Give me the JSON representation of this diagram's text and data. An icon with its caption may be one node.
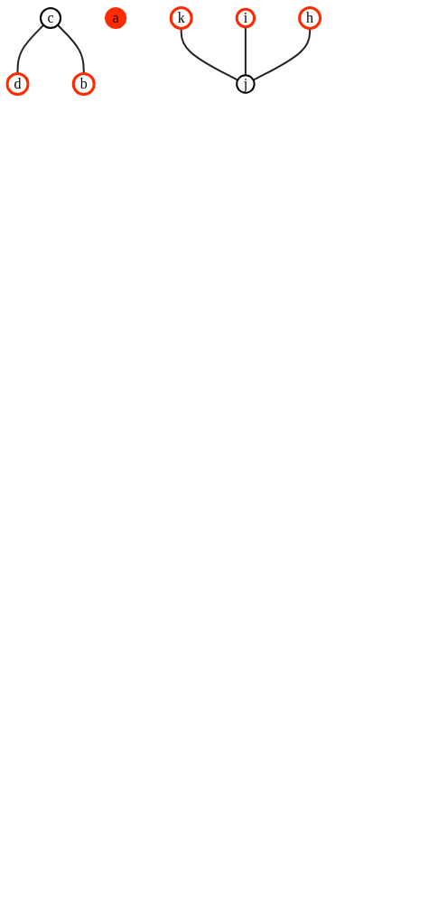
{
  "diagram": {
    "nodes": [
      {
        "text": [
          "c"
        ]
      },
      {
        "text": [
          "b"
        ]
      },
      {
        "text": [
          "d"
        ]
      },
      {
        "text": [
          "a"
        ]
      },
      {
        "text": [
          "k"
        ]
      },
      {
        "text": [
          "i"
        ]
      },
      {
        "text": [
          "h"
        ]
      },
      {
        "text": [
          "j"
        ]
      }
    ],
    "edges": [
      {
        "from": 0,
        "to": 2,
        "arrow": "none"
      },
      {
        "from": 0,
        "to": 1,
        "arrow": "none"
      },
      {
        "from": 4,
        "to": 7,
        "arrow": "none"
      },
      {
        "from": 5,
        "to": 7,
        "arrow": "none"
      },
      {
        "from": 6,
        "to": 7,
        "arrow": "none"
      }
    ]
  }
}
